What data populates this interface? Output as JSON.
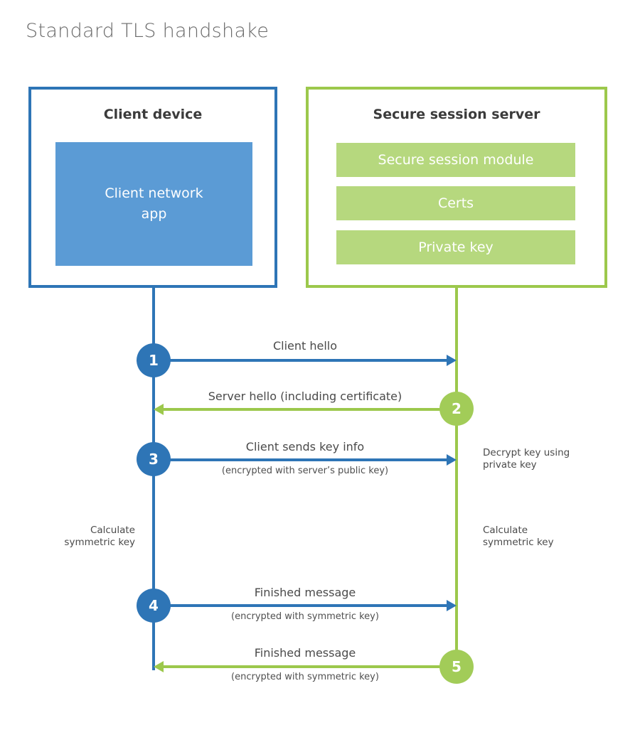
{
  "page": {
    "title": "Standard TLS handshake"
  },
  "colors": {
    "client_blue": "#2e75b6",
    "client_fill_blue": "#5b9bd5",
    "server_green": "#9cc84c",
    "server_fill_green": "#b6d87e"
  },
  "client": {
    "title": "Client device",
    "app_label": "Client network app"
  },
  "server": {
    "title": "Secure session server",
    "modules": [
      {
        "label": "Secure session module"
      },
      {
        "label": "Certs"
      },
      {
        "label": "Private key"
      }
    ]
  },
  "flows": [
    {
      "step": "1",
      "label": "Client hello",
      "direction": "client-to-server"
    },
    {
      "step": "2",
      "label": "Server hello (including certificate)",
      "direction": "server-to-client"
    },
    {
      "step": "3",
      "label": "Client sends key info",
      "sublabel": "(encrypted with server’s public key)",
      "direction": "client-to-server"
    },
    {
      "step": "4",
      "label": "Finished message",
      "sublabel": "(encrypted with symmetric key)",
      "direction": "client-to-server"
    },
    {
      "step": "5",
      "label": "Finished message",
      "sublabel": "(encrypted with symmetric key)",
      "direction": "server-to-client"
    }
  ],
  "annotations": {
    "decrypt_key": "Decrypt key using private key",
    "calculate_left": "Calculate symmetric key",
    "calculate_right": "Calculate symmetric key"
  }
}
